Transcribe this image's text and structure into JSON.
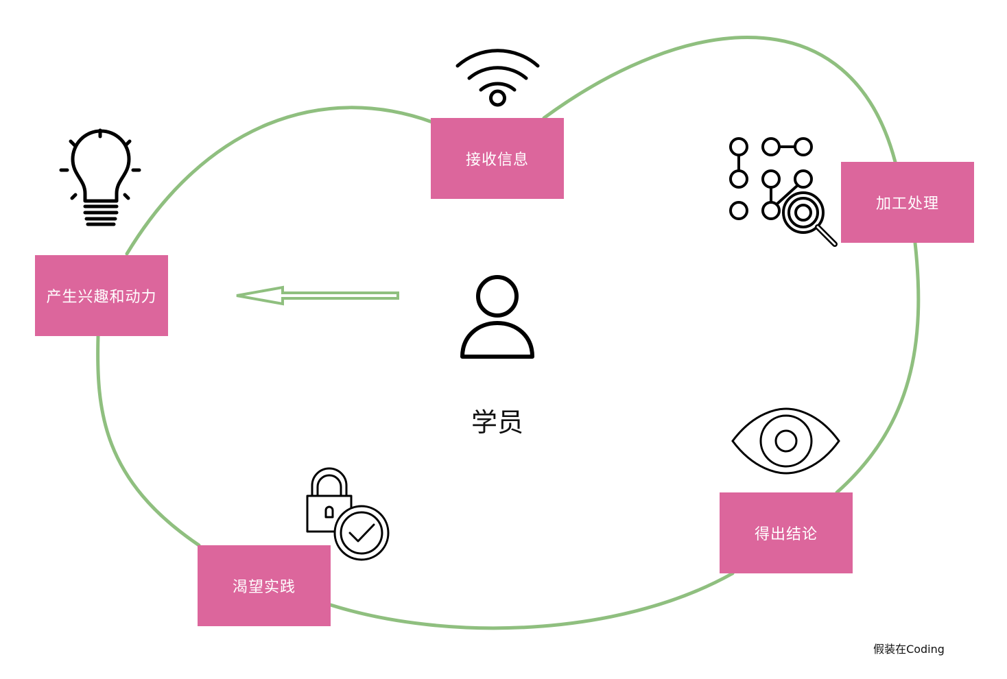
{
  "diagram": {
    "center": {
      "label": "学员",
      "icon": "person-icon"
    },
    "steps": [
      {
        "label": "接收信息",
        "icon": "wifi-icon"
      },
      {
        "label": "加工处理",
        "icon": "pattern-search-icon"
      },
      {
        "label": "得出结论",
        "icon": "eye-icon"
      },
      {
        "label": "渴望实践",
        "icon": "lock-check-icon"
      },
      {
        "label": "产生兴趣和动力",
        "icon": "lightbulb-icon"
      }
    ],
    "watermark": "假装在Coding",
    "colors": {
      "box": "#dc669c",
      "box_text": "#ffffff",
      "loop_line": "#8fbf7f",
      "icon_stroke": "#000000"
    }
  }
}
